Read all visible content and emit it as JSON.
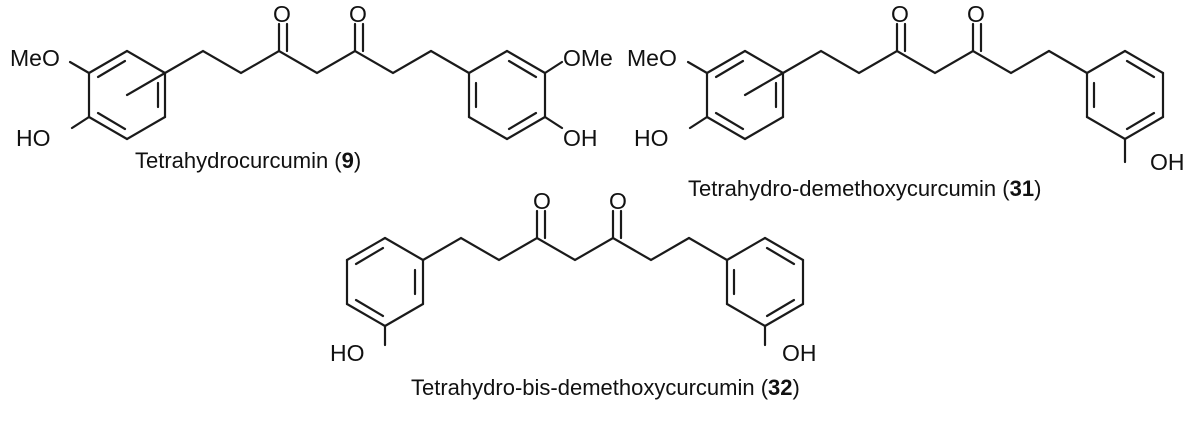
{
  "atoms": {
    "meo": "MeO",
    "ome": "OMe",
    "ho": "HO",
    "oh": "OH",
    "o": "O"
  },
  "compounds": [
    {
      "name": "Tetrahydrocurcumin",
      "number": "9"
    },
    {
      "name": "Tetrahydro-demethoxycurcumin",
      "number": "31"
    },
    {
      "name": "Tetrahydro-bis-demethoxycurcumin",
      "number": "32"
    }
  ],
  "colors": {
    "ink": "#111111",
    "background": "#ffffff"
  }
}
